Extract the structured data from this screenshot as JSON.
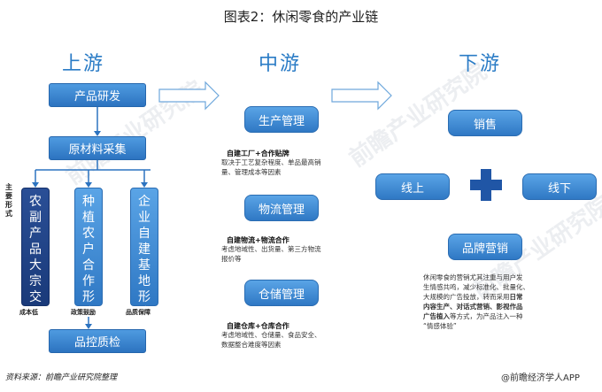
{
  "title": "图表2：休闲零食的产业链",
  "columns": {
    "upstream": "上游",
    "midstream": "中游",
    "downstream": "下游"
  },
  "upstream": {
    "rnd": "产品研发",
    "raw": "原材料采集",
    "main_forms_label": "主要形式",
    "forms": [
      {
        "text": "农副产品大宗交易",
        "caption": "成本低"
      },
      {
        "text": "种植农户合作形式",
        "caption": "政策鼓励"
      },
      {
        "text": "企业自建基地形式",
        "caption": "品质保障"
      }
    ],
    "qc": "品控质检"
  },
  "midstream": {
    "items": [
      {
        "label": "生产管理",
        "subtitle": "自建工厂+合作贴牌",
        "desc": [
          "取决于工艺复杂程度、单品最高销",
          "量、管理成本等因素"
        ]
      },
      {
        "label": "物流管理",
        "subtitle": "自建物流+物流合作",
        "desc": [
          "考虑地域性、出货量、第三方物流",
          "报价等"
        ]
      },
      {
        "label": "仓储管理",
        "subtitle": "自建仓库+仓库合作",
        "desc": [
          "考虑地域性、仓储量、食品安全、",
          "数据整合难度等因素"
        ]
      }
    ]
  },
  "downstream": {
    "sales": "销售",
    "online": "线上",
    "offline": "线下",
    "brand": "品牌营销",
    "brand_desc": [
      "休闲零食的营销尤其注重与用户发",
      "生情感共鸣，减少标准化、批量化、",
      "大规模的广告投放，转而采用",
      "日常",
      "内容生产、对话式营销、影视作品",
      "广告植入",
      "等方式，为产品注入一种",
      "“情感体验”"
    ]
  },
  "source": "资料来源：前瞻产业研究院整理",
  "brand_mark": "@前瞻经济学人APP",
  "watermark": "前瞻产业研究院",
  "colors": {
    "accent": "#2b7cc6",
    "dark_blue": "#1a3a7a",
    "plus": "#2056a6"
  }
}
